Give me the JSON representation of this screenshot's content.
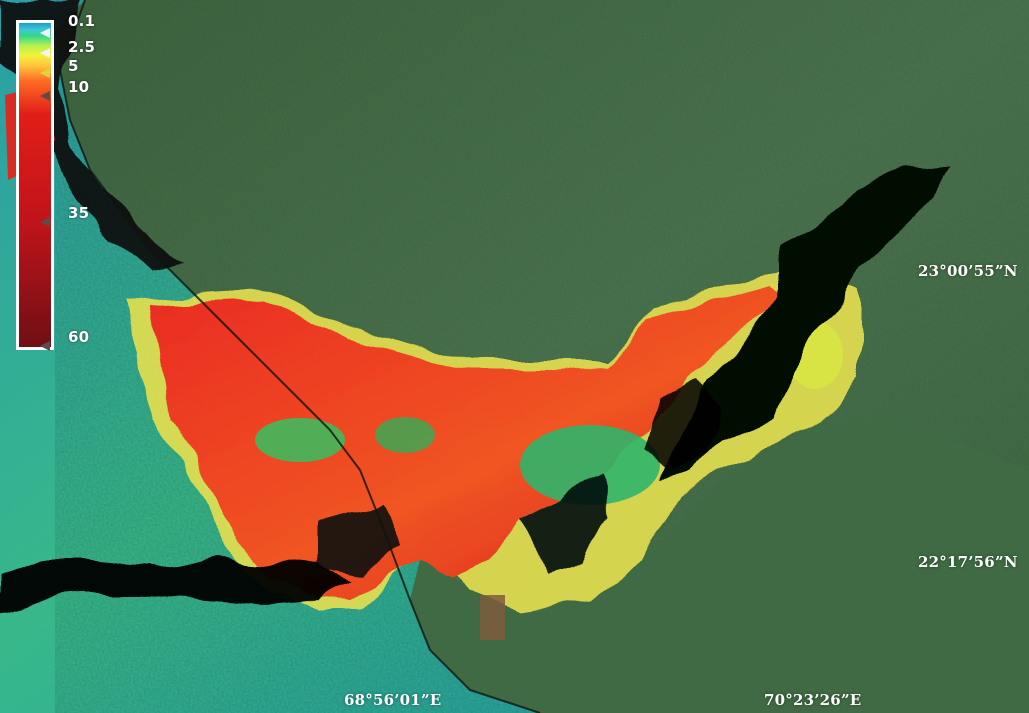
{
  "legend": {
    "labels": [
      {
        "text": "0.1",
        "value": 0.1
      },
      {
        "text": "2.5",
        "value": 2.5
      },
      {
        "text": "5",
        "value": 5
      },
      {
        "text": "10",
        "value": 10
      },
      {
        "text": "35",
        "value": 35
      },
      {
        "text": "60",
        "value": 60
      }
    ]
  },
  "coordinates": {
    "lat_upper": "23°00’55”N",
    "lat_lower": "22°17’56”N",
    "lon_left": "68°56’01”E",
    "lon_right": "70°23’26”E"
  },
  "colors": {
    "land": "#426b45",
    "land_dark": "#2f5536",
    "sea": "#22a4a6",
    "sea_light": "#55c36f",
    "plume_red": "#e5261d",
    "plume_yellow": "#e8e05c",
    "black_mask": "#060807",
    "coast_line": "#0d1410"
  }
}
